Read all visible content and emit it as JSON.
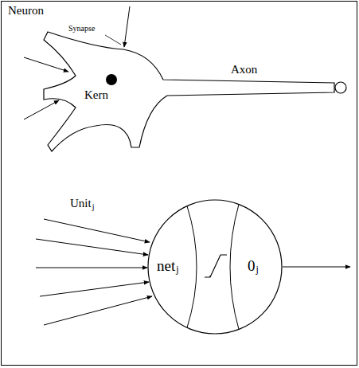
{
  "diagram": {
    "nodes": [
      {
        "text": [
          "net",
          "j",
          "0",
          "j"
        ]
      }
    ],
    "labels": [
      "Neuron",
      "Synapse",
      "Kern",
      "Axon",
      "Unit",
      "j"
    ]
  }
}
